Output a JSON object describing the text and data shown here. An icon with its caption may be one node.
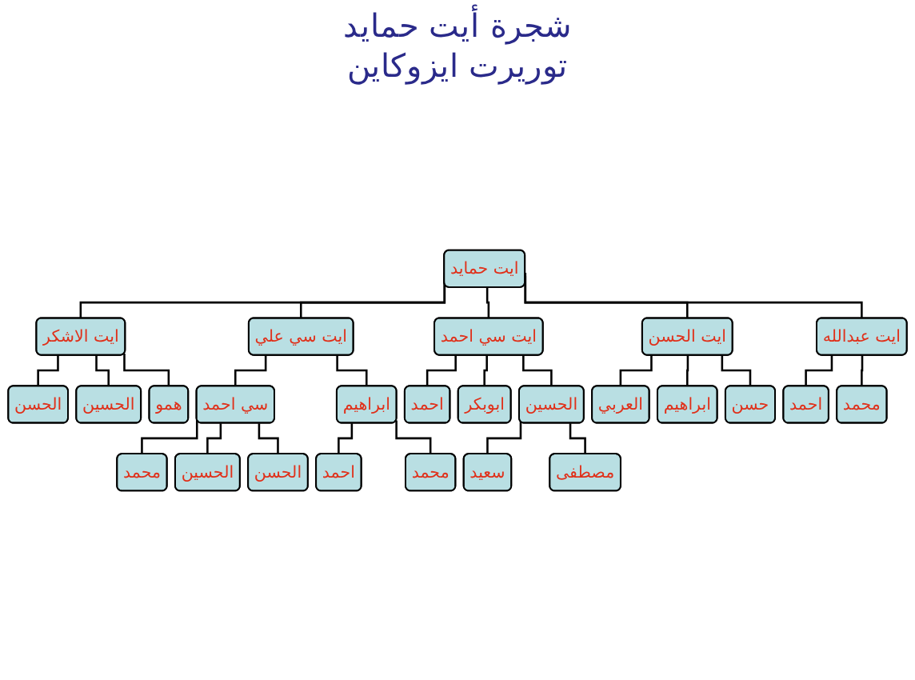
{
  "diagram": {
    "title": "شجرة أيت حمايد",
    "labels": [
      "توريرت ايزوكاين"
    ],
    "nodes": [
      {
        "text": [
          "ايت حمايد"
        ]
      },
      {
        "text": [
          "ايت الاشكر"
        ]
      },
      {
        "text": [
          "ايت سي علي"
        ]
      },
      {
        "text": [
          "ايت سي احمد"
        ]
      },
      {
        "text": [
          "ايت الحسن"
        ]
      },
      {
        "text": [
          "ايت عبدالله"
        ]
      },
      {
        "text": [
          "الحسن"
        ]
      },
      {
        "text": [
          "الحسين"
        ]
      },
      {
        "text": [
          "همو"
        ]
      },
      {
        "text": [
          "سي احمد"
        ]
      },
      {
        "text": [
          "ابراهيم"
        ]
      },
      {
        "text": [
          "احمد"
        ]
      },
      {
        "text": [
          "ابوبكر"
        ]
      },
      {
        "text": [
          "الحسين"
        ]
      },
      {
        "text": [
          "العربي"
        ]
      },
      {
        "text": [
          "ابراهيم"
        ]
      },
      {
        "text": [
          "حسن"
        ]
      },
      {
        "text": [
          "احمد"
        ]
      },
      {
        "text": [
          "محمد"
        ]
      },
      {
        "text": [
          "محمد"
        ]
      },
      {
        "text": [
          "الحسين"
        ]
      },
      {
        "text": [
          "الحسن"
        ]
      },
      {
        "text": [
          "احمد"
        ]
      },
      {
        "text": [
          "محمد"
        ]
      },
      {
        "text": [
          "سعيد"
        ]
      },
      {
        "text": [
          "مصطفى"
        ]
      }
    ],
    "edges": [
      {
        "from": 0,
        "to": 1,
        "arrow": "none"
      },
      {
        "from": 0,
        "to": 2,
        "arrow": "none"
      },
      {
        "from": 0,
        "to": 3,
        "arrow": "none"
      },
      {
        "from": 0,
        "to": 4,
        "arrow": "none"
      },
      {
        "from": 0,
        "to": 5,
        "arrow": "none"
      },
      {
        "from": 1,
        "to": 6,
        "arrow": "none"
      },
      {
        "from": 1,
        "to": 7,
        "arrow": "none"
      },
      {
        "from": 1,
        "to": 8,
        "arrow": "none"
      },
      {
        "from": 2,
        "to": 9,
        "arrow": "none"
      },
      {
        "from": 2,
        "to": 10,
        "arrow": "none"
      },
      {
        "from": 3,
        "to": 11,
        "arrow": "none"
      },
      {
        "from": 3,
        "to": 12,
        "arrow": "none"
      },
      {
        "from": 3,
        "to": 13,
        "arrow": "none"
      },
      {
        "from": 4,
        "to": 14,
        "arrow": "none"
      },
      {
        "from": 4,
        "to": 15,
        "arrow": "none"
      },
      {
        "from": 4,
        "to": 16,
        "arrow": "none"
      },
      {
        "from": 5,
        "to": 17,
        "arrow": "none"
      },
      {
        "from": 5,
        "to": 18,
        "arrow": "none"
      },
      {
        "from": 9,
        "to": 19,
        "arrow": "none"
      },
      {
        "from": 9,
        "to": 20,
        "arrow": "none"
      },
      {
        "from": 9,
        "to": 21,
        "arrow": "none"
      },
      {
        "from": 10,
        "to": 22,
        "arrow": "none"
      },
      {
        "from": 10,
        "to": 23,
        "arrow": "none"
      },
      {
        "from": 13,
        "to": 24,
        "arrow": "none"
      },
      {
        "from": 13,
        "to": 25,
        "arrow": "none"
      }
    ]
  }
}
